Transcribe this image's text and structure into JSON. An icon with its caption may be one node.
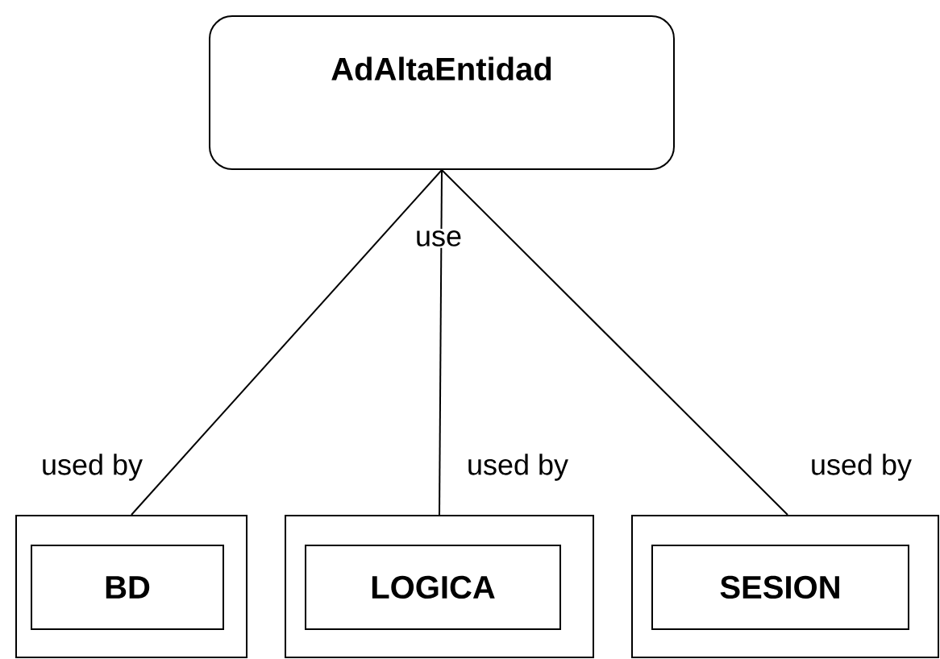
{
  "diagram": {
    "nodes": [
      {
        "text": [
          "AdAltaEntidad"
        ]
      },
      {
        "text": [],
        "shape": "box"
      },
      {
        "text": [
          "BD"
        ],
        "in": 1
      },
      {
        "text": [],
        "shape": "box"
      },
      {
        "text": [
          "LOGICA"
        ],
        "in": 3
      },
      {
        "text": [],
        "shape": "box"
      },
      {
        "text": [
          "SESION"
        ],
        "in": 5
      }
    ],
    "edges": [
      {
        "from": 0,
        "to": 1,
        "arrow": "none",
        "label": "used by"
      },
      {
        "from": 0,
        "to": 3,
        "arrow": "none",
        "label": "used by"
      },
      {
        "from": 0,
        "to": 5,
        "arrow": "none",
        "label": "used by"
      }
    ],
    "labels": [
      "use"
    ]
  }
}
